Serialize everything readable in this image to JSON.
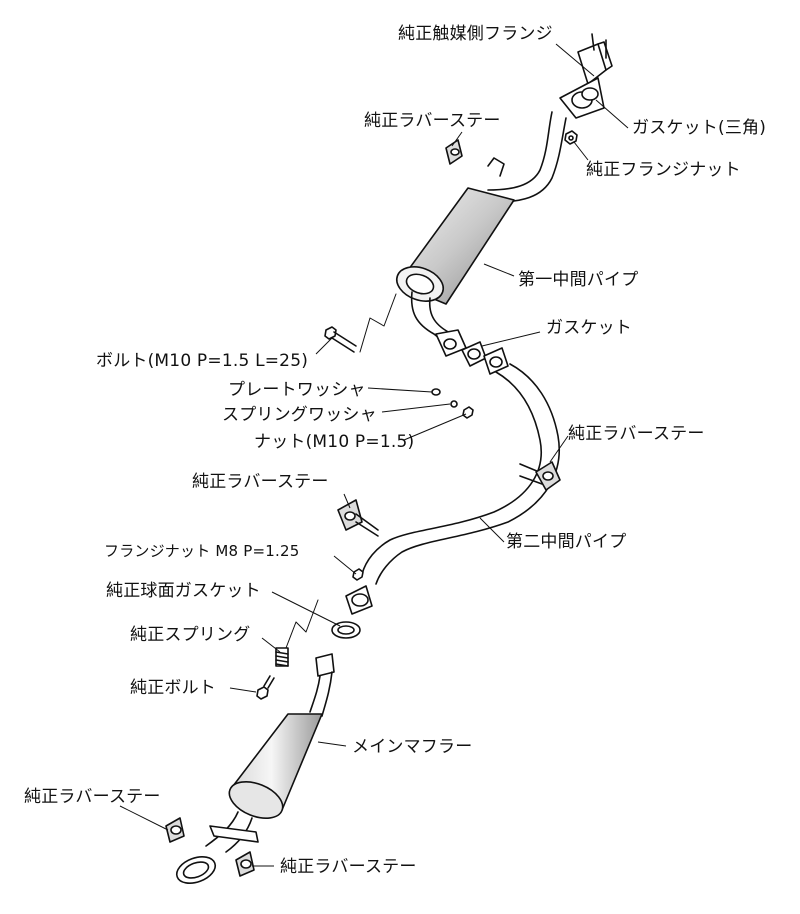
{
  "labels": {
    "cat_flange": "純正触媒側フランジ",
    "rubber_stay_1": "純正ラバーステー",
    "gasket_triangle": "ガスケット(三角)",
    "flange_nut": "純正フランジナット",
    "first_mid_pipe": "第一中間パイプ",
    "gasket": "ガスケット",
    "bolt_m10": "ボルト(M10 P=1.5 L=25)",
    "plate_washer": "プレートワッシャ",
    "spring_washer": "スプリングワッシャ",
    "nut_m10": "ナット(M10 P=1.5)",
    "rubber_stay_2": "純正ラバーステー",
    "rubber_stay_3": "純正ラバーステー",
    "second_mid_pipe": "第二中間パイプ",
    "flange_nut_m8": "フランジナット M8 P=1.25",
    "sphere_gasket": "純正球面ガスケット",
    "oem_spring": "純正スプリング",
    "oem_bolt": "純正ボルト",
    "main_muffler": "メインマフラー",
    "rubber_stay_4": "純正ラバーステー",
    "rubber_stay_5": "純正ラバーステー"
  },
  "colors": {
    "line": "#111111",
    "fill": "#ffffff",
    "shade": "#dcdcdc"
  }
}
